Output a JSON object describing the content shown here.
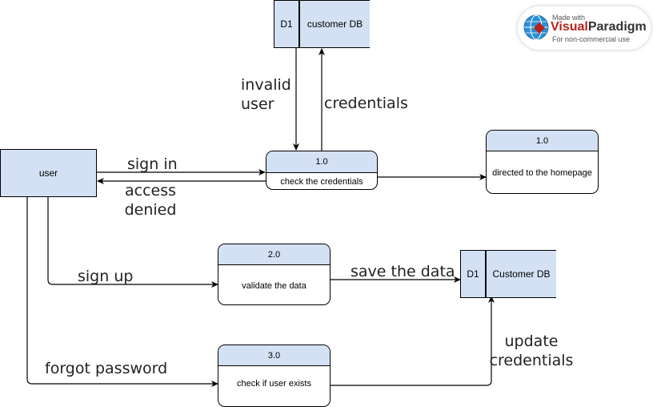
{
  "entity": {
    "label": "user"
  },
  "processes": {
    "p1": {
      "id": "1.0",
      "label": "check the credentials"
    },
    "p1b": {
      "id": "1.0",
      "label": "directed to the homepage"
    },
    "p2": {
      "id": "2.0",
      "label": "validate the data"
    },
    "p3": {
      "id": "3.0",
      "label": "check if user exists"
    }
  },
  "stores": {
    "top": {
      "id": "D1",
      "name": "customer DB"
    },
    "right": {
      "id": "D1",
      "name": "Customer DB"
    }
  },
  "flows": {
    "invalid_user": "invalid\nuser",
    "credentials": "credentials",
    "sign_in": "sign in",
    "access_denied": "access\ndenied",
    "sign_up": "sign up",
    "save_data": "save the data",
    "forgot_password": "forgot password",
    "update_credentials": "update\ncredentials"
  },
  "watermark": {
    "made_with": "Made with",
    "visual": "Visual",
    "paradigm": "Paradigm",
    "note": "For non-commercial use"
  },
  "colors": {
    "node_fill": "#d4e1f5",
    "line": "#000000",
    "brand_red": "#b8221b"
  }
}
